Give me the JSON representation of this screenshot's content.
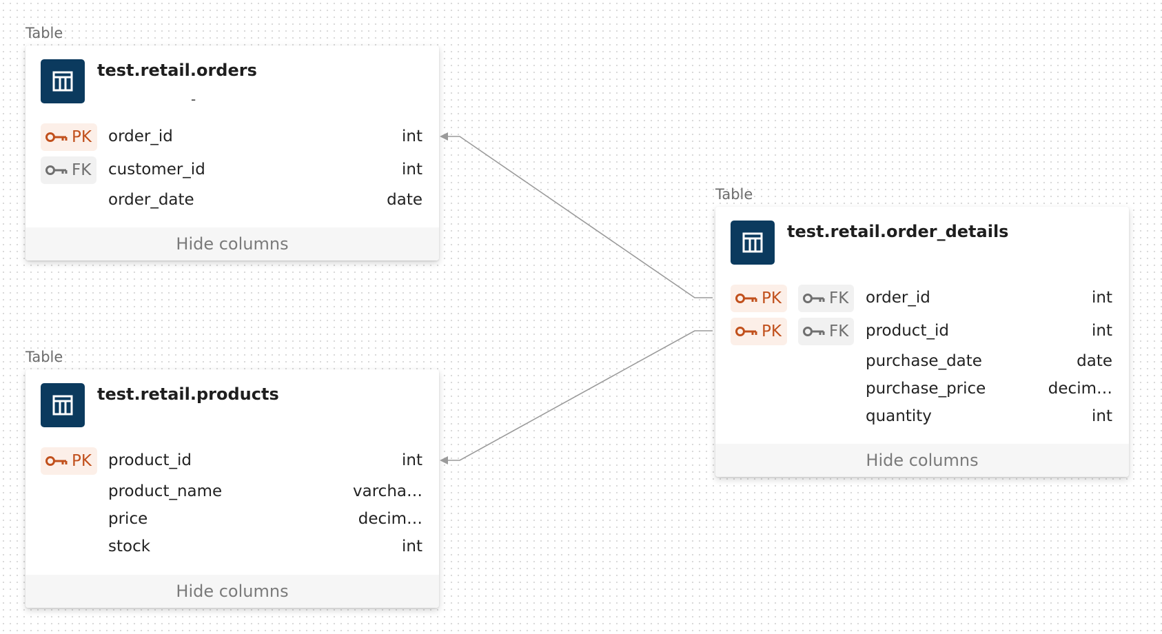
{
  "tables": [
    {
      "id": "orders",
      "kind_label": "Table",
      "name": "test.retail.orders",
      "subtitle": "-",
      "columns": [
        {
          "name": "order_id",
          "type": "int",
          "pk": true,
          "fk": false
        },
        {
          "name": "customer_id",
          "type": "int",
          "pk": false,
          "fk": true
        },
        {
          "name": "order_date",
          "type": "date",
          "pk": false,
          "fk": false
        }
      ],
      "toggle_label": "Hide columns"
    },
    {
      "id": "products",
      "kind_label": "Table",
      "name": "test.retail.products",
      "columns": [
        {
          "name": "product_id",
          "type": "int",
          "pk": true,
          "fk": false
        },
        {
          "name": "product_name",
          "type": "varcha…",
          "pk": false,
          "fk": false
        },
        {
          "name": "price",
          "type": "decim…",
          "pk": false,
          "fk": false
        },
        {
          "name": "stock",
          "type": "int",
          "pk": false,
          "fk": false
        }
      ],
      "toggle_label": "Hide columns"
    },
    {
      "id": "order_details",
      "kind_label": "Table",
      "name": "test.retail.order_details",
      "columns": [
        {
          "name": "order_id",
          "type": "int",
          "pk": true,
          "fk": true
        },
        {
          "name": "product_id",
          "type": "int",
          "pk": true,
          "fk": true
        },
        {
          "name": "purchase_date",
          "type": "date",
          "pk": false,
          "fk": false
        },
        {
          "name": "purchase_price",
          "type": "decim…",
          "pk": false,
          "fk": false
        },
        {
          "name": "quantity",
          "type": "int",
          "pk": false,
          "fk": false
        }
      ],
      "toggle_label": "Hide columns"
    }
  ],
  "badges": {
    "pk": "PK",
    "fk": "FK"
  },
  "icons": {
    "table": "table-grid-icon",
    "key": "key-icon"
  },
  "colors": {
    "icon_bg": "#0b3a5e",
    "pk_fg": "#c1501c",
    "pk_bg": "#fcefe8",
    "fk_fg": "#6f6f6f",
    "fk_bg": "#f1f1f1",
    "edge": "#9a9a9a"
  },
  "relationships": [
    {
      "from_table": "order_details",
      "from_column": "order_id",
      "to_table": "orders",
      "to_column": "order_id"
    },
    {
      "from_table": "order_details",
      "from_column": "product_id",
      "to_table": "products",
      "to_column": "product_id"
    }
  ]
}
